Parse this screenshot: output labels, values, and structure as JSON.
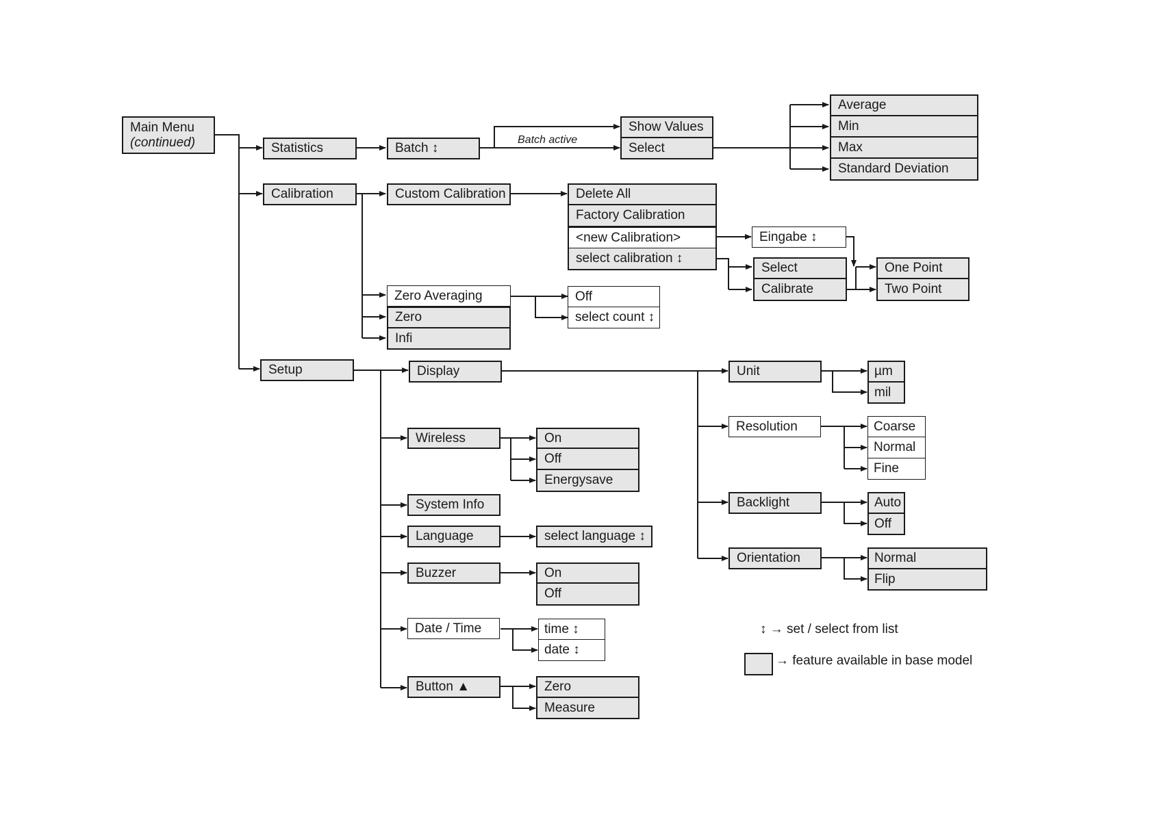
{
  "main_menu": {
    "title": "Main Menu",
    "subtitle": "(continued)"
  },
  "statistics": {
    "label": "Statistics",
    "batch": "Batch ↕",
    "batch_note": "Batch active",
    "show_values": "Show Values",
    "select": "Select",
    "options": [
      "Average",
      "Min",
      "Max",
      "Standard Deviation"
    ]
  },
  "calibration": {
    "label": "Calibration",
    "custom": "Custom Calibration",
    "delete_all": "Delete All",
    "factory": "Factory Calibration",
    "new_cal": "<new Calibration>",
    "select_cal": "select calibration ↕",
    "eingabe": "Eingabe ↕",
    "select": "Select",
    "calibrate": "Calibrate",
    "one_point": "One Point",
    "two_point": "Two Point",
    "zero_averaging": "Zero Averaging",
    "zero": "Zero",
    "infi": "Infi",
    "off": "Off",
    "select_count": "select count ↕"
  },
  "setup": {
    "label": "Setup",
    "display": "Display",
    "unit": "Unit",
    "um": "µm",
    "mil": "mil",
    "resolution": "Resolution",
    "coarse": "Coarse",
    "normal": "Normal",
    "fine": "Fine",
    "backlight": "Backlight",
    "auto": "Auto",
    "bl_off": "Off",
    "orientation": "Orientation",
    "or_normal": "Normal",
    "flip": "Flip",
    "wireless": "Wireless",
    "w_on": "On",
    "w_off": "Off",
    "energysave": "Energysave",
    "system_info": "System Info",
    "language": "Language",
    "select_language": "select language ↕",
    "buzzer": "Buzzer",
    "b_on": "On",
    "b_off": "Off",
    "date_time": "Date / Time",
    "time": "time ↕",
    "date": "date ↕",
    "button": "Button ▲",
    "btn_zero": "Zero",
    "measure": "Measure"
  },
  "legend": {
    "arrow_text": "↕ → set / select from list",
    "box_text": "→ feature available in base model"
  },
  "colors": {
    "line": "#1a1a1a",
    "box_fill": "#e6e6e6",
    "white_fill": "#ffffff"
  }
}
